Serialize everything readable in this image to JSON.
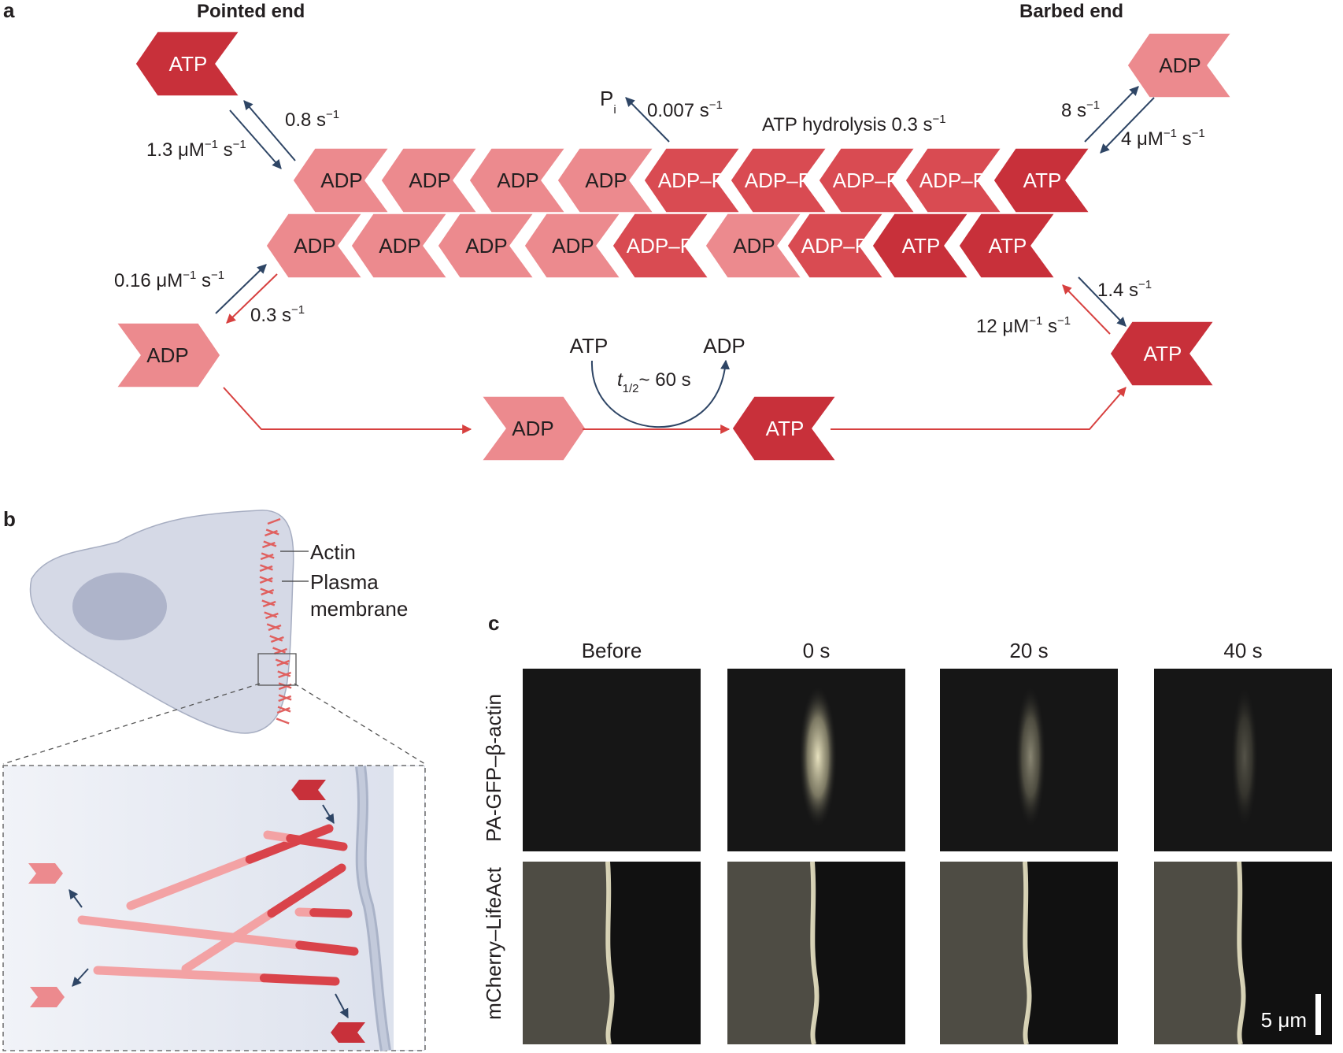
{
  "panel_a": {
    "label": "a",
    "pointed_end": "Pointed end",
    "barbed_end": "Barbed end",
    "subunit_atp": "ATP",
    "subunit_adp": "ADP",
    "subunit_adppi": "ADP–P",
    "subscript_i": "i",
    "pi": "P",
    "pi_release_rate": "0.007 s",
    "hydrolysis_label": "ATP hydrolysis 0.3 s",
    "top_pointed_off": "0.8 s",
    "top_pointed_on": "1.3 μM",
    "top_barbed_off": "8 s",
    "top_barbed_on": "4 μM",
    "bottom_pointed_on": "0.16 μM",
    "bottom_pointed_off": "0.3 s",
    "bottom_barbed_off": "1.4 s",
    "bottom_barbed_on": "12 μM",
    "exchange_from": "ATP",
    "exchange_to": "ADP",
    "exchange_t": "t",
    "exchange_sub": "1/2",
    "exchange_time": "~ 60 s",
    "s": "s",
    "minus_one": "−1",
    "colors": {
      "atp": "#c8303a",
      "adppi": "#d94b52",
      "adp": "#ec8a8e",
      "navy_arrow": "#2e4565",
      "red_arrow": "#d7403f"
    }
  },
  "panel_b": {
    "label": "b",
    "actin": "Actin",
    "plasma": "Plasma",
    "membrane": "membrane"
  },
  "panel_c": {
    "label": "c",
    "columns": [
      "Before",
      "0 s",
      "20 s",
      "40 s"
    ],
    "row1": "PA-GFP–β-actin",
    "row2": "mCherry–LifeAct",
    "scale_bar": "5 μm"
  }
}
